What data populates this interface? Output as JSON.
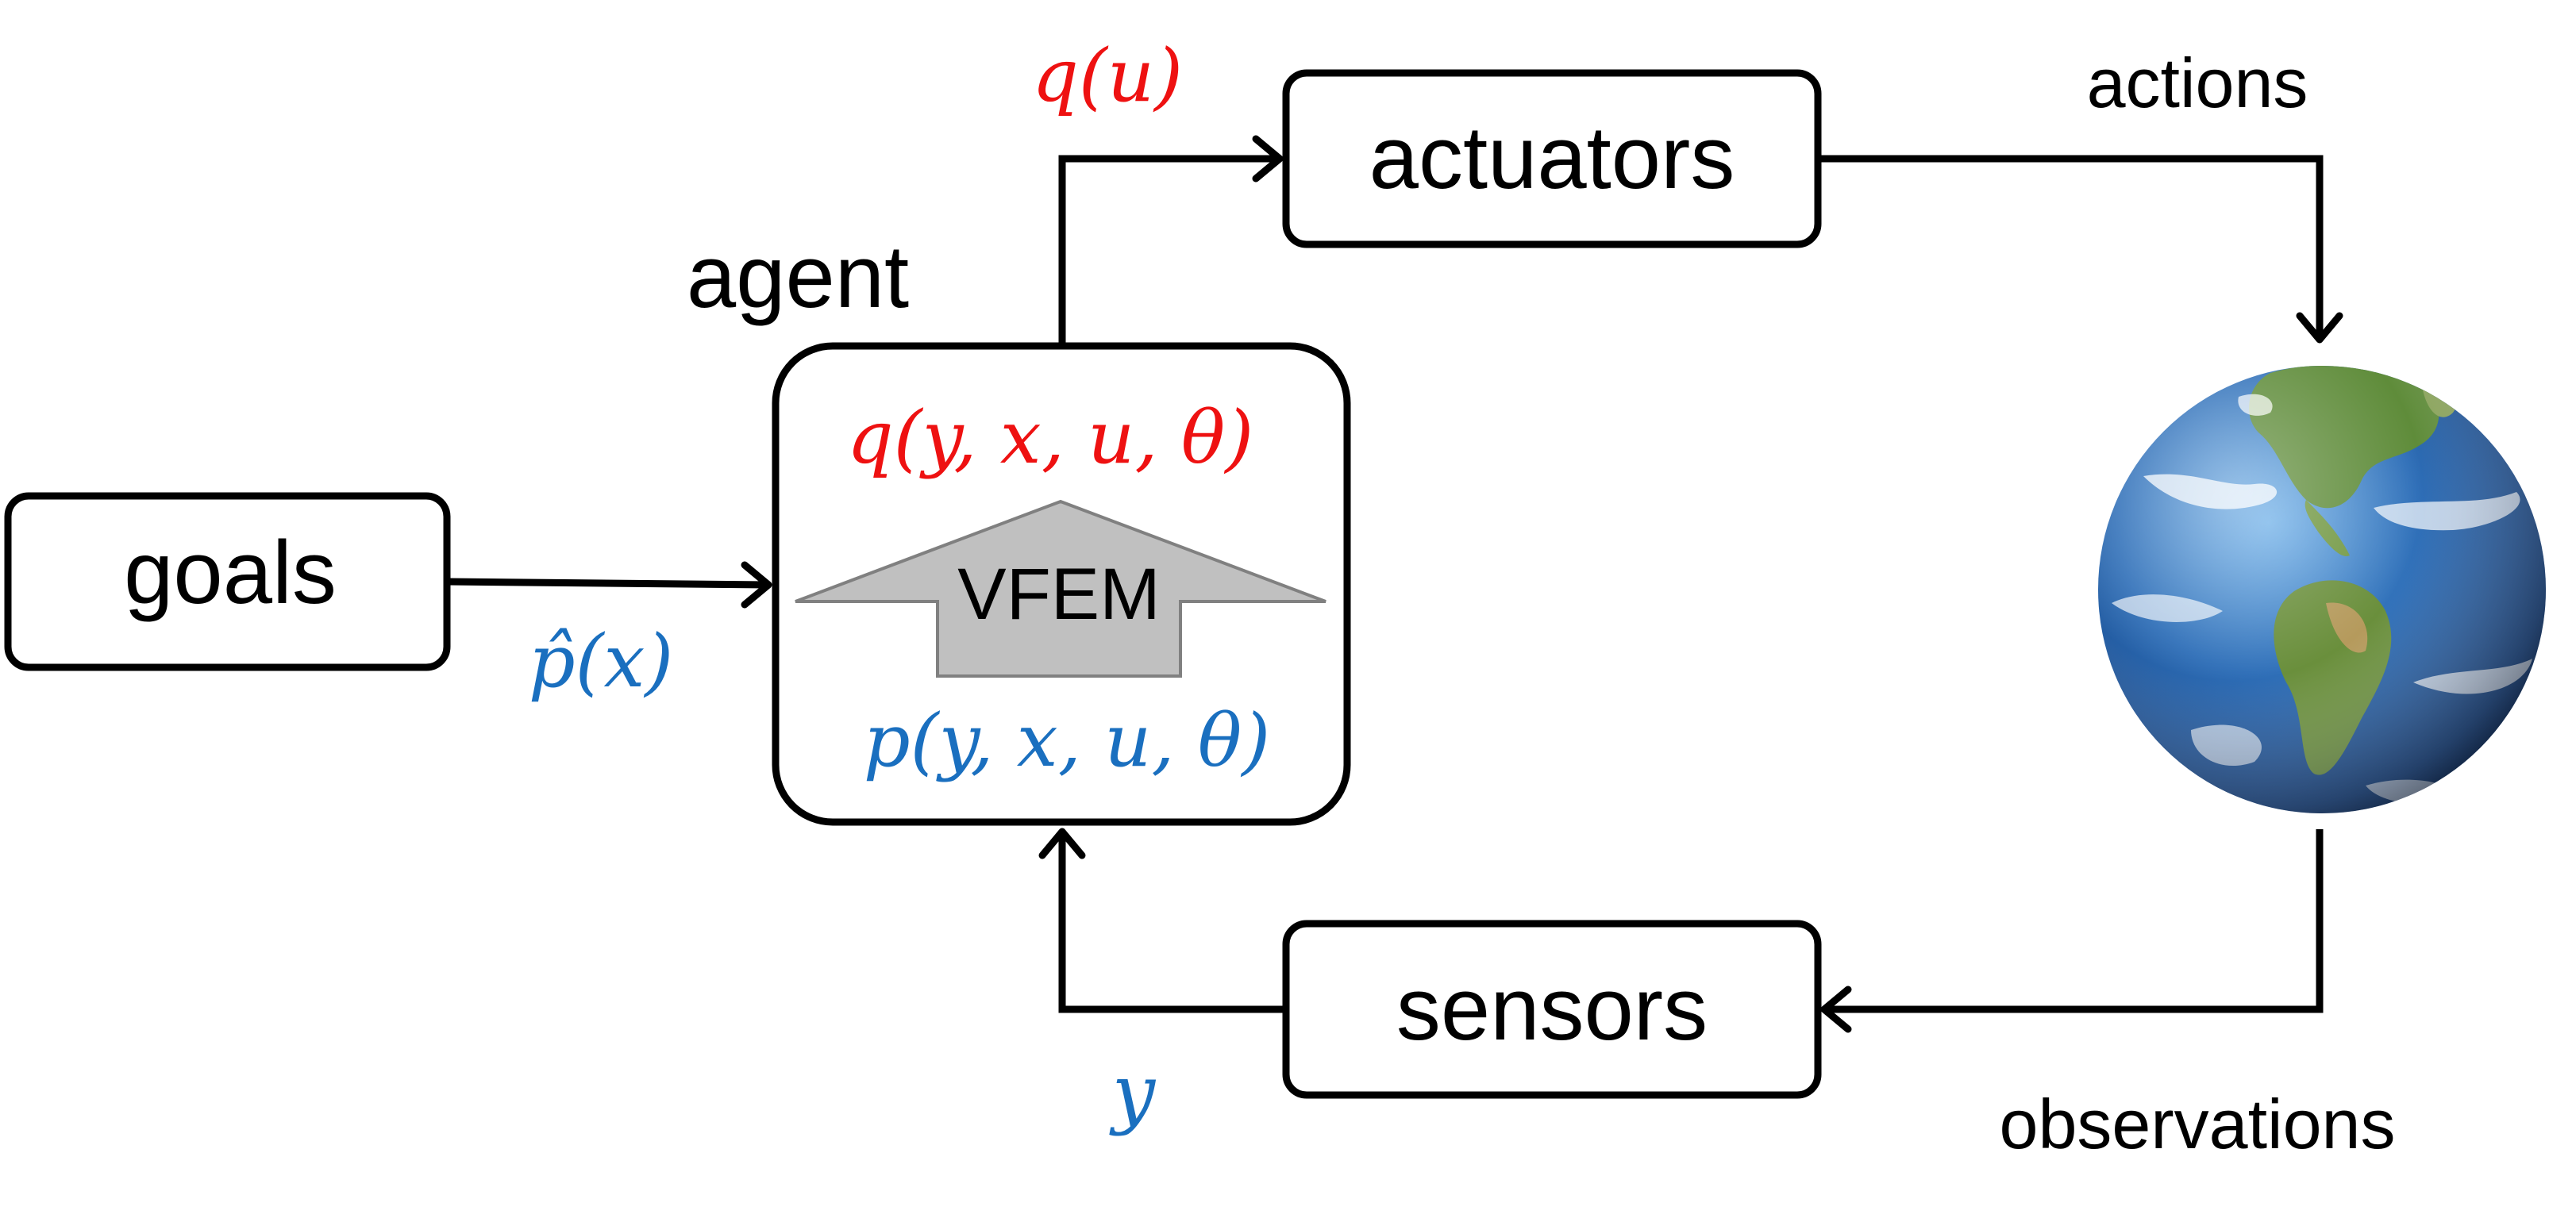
{
  "nodes": {
    "goals": "goals",
    "actuators": "actuators",
    "sensors": "sensors",
    "agent_title": "agent",
    "vfem": "VFEM"
  },
  "agent_box": {
    "q_joint": "q(y, x, u, θ)",
    "p_joint": "p(y, x, u, θ)"
  },
  "edge_labels": {
    "q_u": "q(u)",
    "p_hat_x": "p̂(x)",
    "y": "y",
    "actions": "actions",
    "observations": "observations"
  },
  "colors": {
    "red": "#ee1111",
    "blue": "#1a6fbf",
    "vfem_fill": "#c0c0c0",
    "vfem_stroke": "#808080"
  },
  "icons": {
    "world": "earth-globe-icon"
  }
}
